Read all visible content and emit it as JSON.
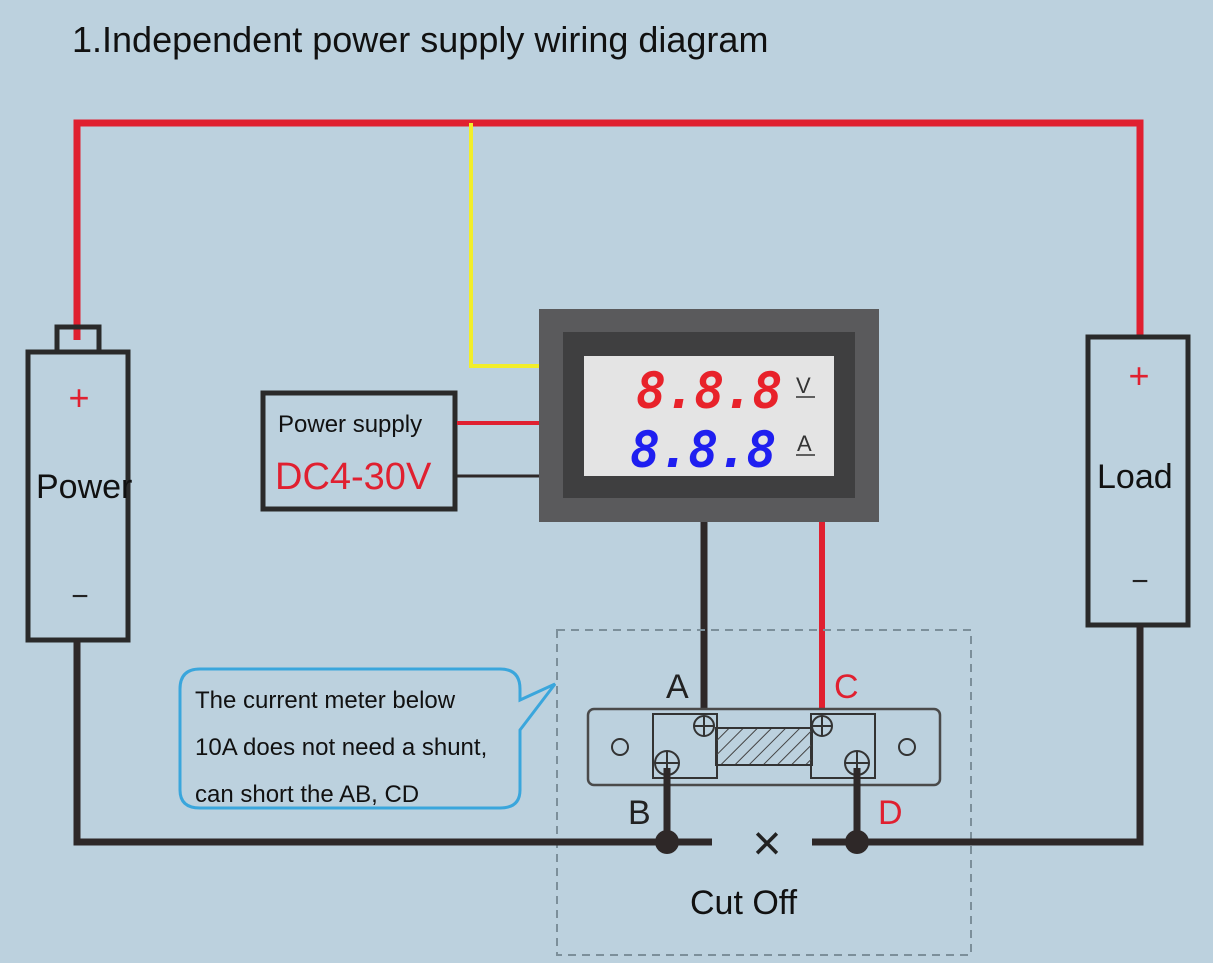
{
  "title": "1.Independent power supply wiring diagram",
  "colors": {
    "background": "#bcd1de",
    "positive_wire": "#e02030",
    "negative_wire": "#2e2828",
    "signal_wire": "#f2ee2a",
    "callout_border": "#3aa6dc",
    "voltage_digits": "#e8222a",
    "current_digits": "#1f1ff0"
  },
  "power": {
    "label": "Power",
    "plus": "+",
    "minus": "−"
  },
  "load": {
    "label": "Load",
    "plus": "+",
    "minus": "−"
  },
  "power_supply": {
    "label": "Power supply",
    "range": "DC4-30V"
  },
  "meter": {
    "voltage_reading": "8.8.8",
    "voltage_unit": "V",
    "current_reading": "8.8.8",
    "current_unit": "A"
  },
  "shunt": {
    "terminals": [
      "A",
      "B",
      "C",
      "D"
    ]
  },
  "callout": {
    "lines": [
      "The current meter below",
      "10A does not need a shunt,",
      "can short the AB, CD"
    ]
  },
  "cut_off": {
    "symbol": "×",
    "label": "Cut Off"
  }
}
